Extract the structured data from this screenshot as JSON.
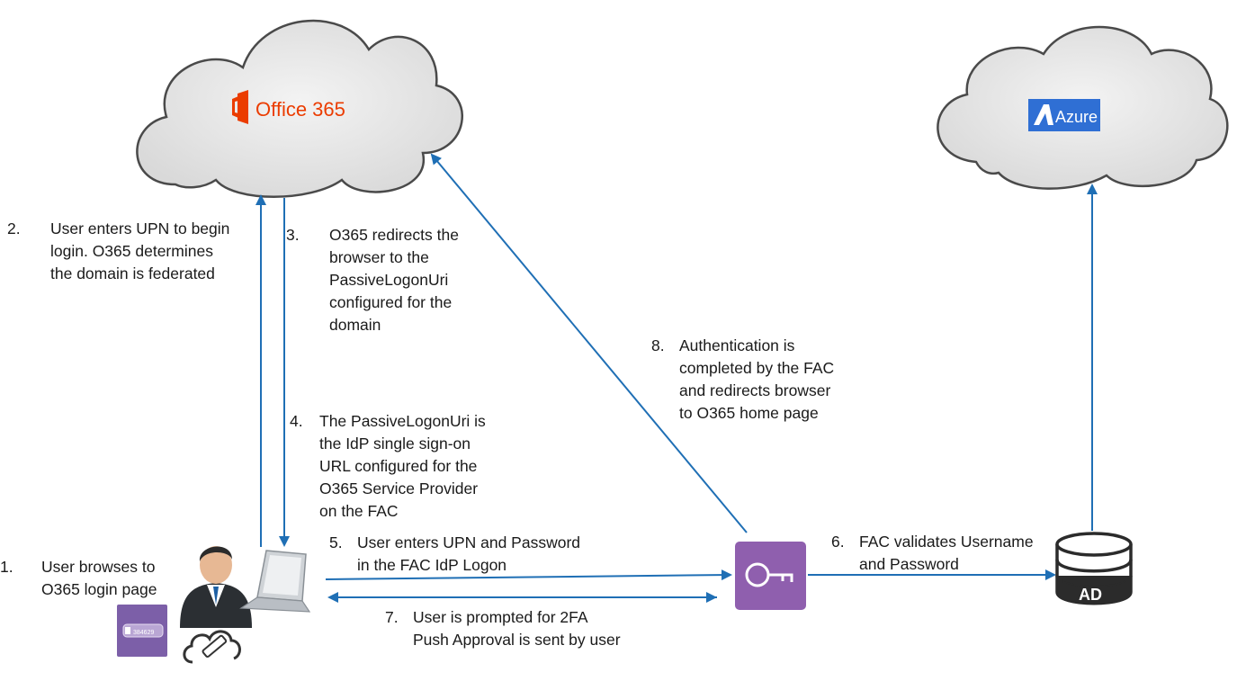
{
  "clouds": {
    "office365": {
      "label": "Office 365",
      "color": "#eb3c00"
    },
    "azure": {
      "label": "Azure",
      "color": "#2f6fd4"
    }
  },
  "icons": {
    "user": "user-icon",
    "laptop": "laptop-icon",
    "token": "hardware-token-icon",
    "mobile_cloud": "cloud-mobile-icon",
    "fac": "key-icon",
    "ad": "database-ad-icon"
  },
  "token": {
    "code": "384629"
  },
  "ad": {
    "label": "AD"
  },
  "steps": [
    {
      "num": "1.",
      "text": "User browses to\nO365 login page"
    },
    {
      "num": "2.",
      "text": "User enters UPN to begin\nlogin.  O365 determines\nthe domain is federated"
    },
    {
      "num": "3.",
      "text": "O365 redirects the\nbrowser to the\nPassiveLogonUri\nconfigured for the\ndomain"
    },
    {
      "num": "4.",
      "text": "The PassiveLogonUri is\nthe IdP single sign-on\nURL configured for the\nO365 Service Provider\non the FAC"
    },
    {
      "num": "5.",
      "text": "User enters UPN and Password\nin the FAC IdP Logon"
    },
    {
      "num": "6.",
      "text": "FAC validates Username\nand Password"
    },
    {
      "num": "7.",
      "text": "User is prompted for 2FA\nPush Approval is sent by user"
    },
    {
      "num": "8.",
      "text": "Authentication is\ncompleted by the FAC\nand redirects browser\nto O365 home page"
    }
  ],
  "colors": {
    "arrow": "#1f6fb5",
    "fac": "#8f5fae",
    "cloud_fill": "#eaeaea",
    "cloud_stroke": "#4a4a4a"
  }
}
